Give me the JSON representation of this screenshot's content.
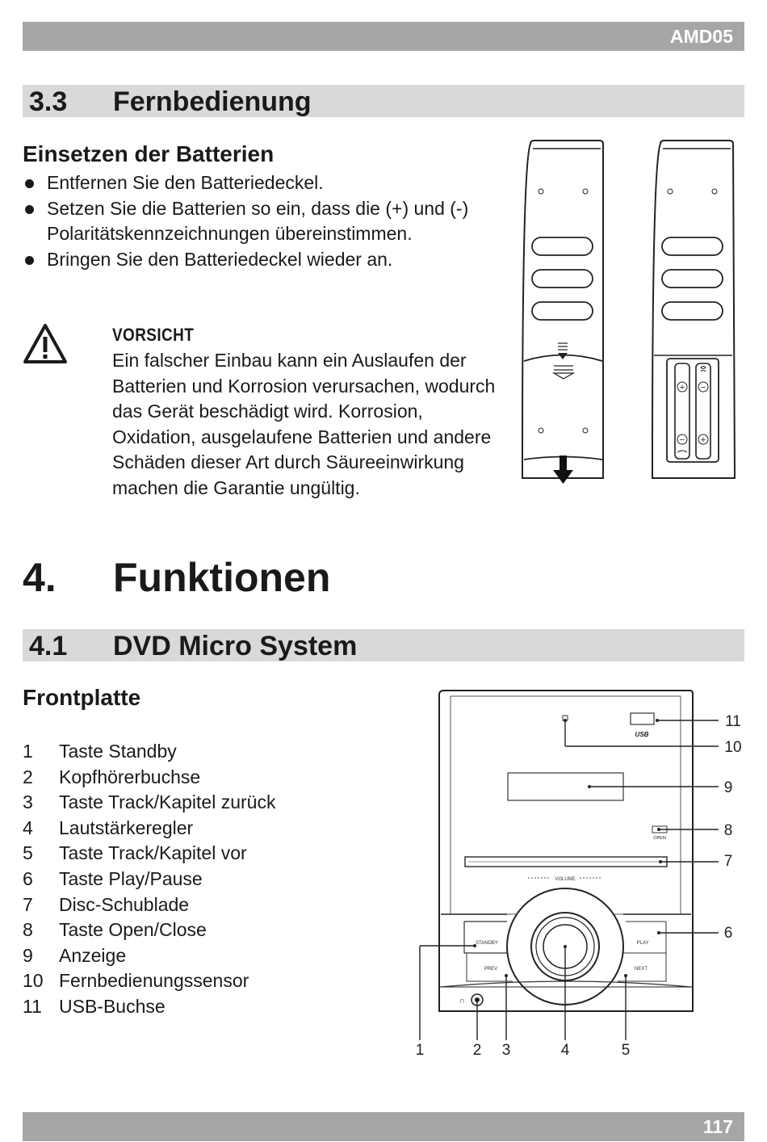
{
  "header": {
    "model": "AMD05"
  },
  "section_3_3": {
    "number": "3.3",
    "title": "Fernbedienung",
    "subheading": "Einsetzen der Batterien",
    "bullets": [
      "Entfernen Sie den Batteriedeckel.",
      "Setzen Sie die Batterien so ein, dass die (+) und (-) Polaritätskennzeichnungen übereinstimmen.",
      "Bringen Sie den Batteriedeckel wieder an."
    ],
    "warning_title": "VORSICHT",
    "warning_text": "Ein falscher Einbau kann ein Auslaufen der Batterien und Korrosion verursachen, wodurch das Gerät beschädigt wird. Korrosion, Oxidation, ausgelaufene Batterien und andere Schäden dieser Art durch Säureeinwirkung machen die Garantie ungültig."
  },
  "chapter_4": {
    "number": "4.",
    "title": "Funktionen"
  },
  "section_4_1": {
    "number": "4.1",
    "title": "DVD Micro System",
    "subheading": "Frontplatte",
    "items": [
      {
        "n": "1",
        "label": "Taste Standby"
      },
      {
        "n": "2",
        "label": "Kopfhörerbuchse"
      },
      {
        "n": "3",
        "label": "Taste Track/Kapitel zurück"
      },
      {
        "n": "4",
        "label": "Lautstärkeregler"
      },
      {
        "n": "5",
        "label": "Taste Track/Kapitel vor"
      },
      {
        "n": "6",
        "label": "Taste Play/Pause"
      },
      {
        "n": "7",
        "label": "Disc-Schublade"
      },
      {
        "n": "8",
        "label": "Taste Open/Close"
      },
      {
        "n": "9",
        "label": "Anzeige"
      },
      {
        "n": "10",
        "label": "Fernbedienungssensor"
      },
      {
        "n": "11",
        "label": "USB-Buchse"
      }
    ]
  },
  "device_labels": {
    "usb": "USB",
    "open": "OPEN",
    "volume": "VOLUME",
    "standby": "STANDBY",
    "prev": "PREV",
    "play": "PLAY",
    "next": "NEXT"
  },
  "callouts": [
    "1",
    "2",
    "3",
    "4",
    "5",
    "6",
    "7",
    "8",
    "9",
    "10",
    "11"
  ],
  "footer": {
    "page": "117"
  }
}
